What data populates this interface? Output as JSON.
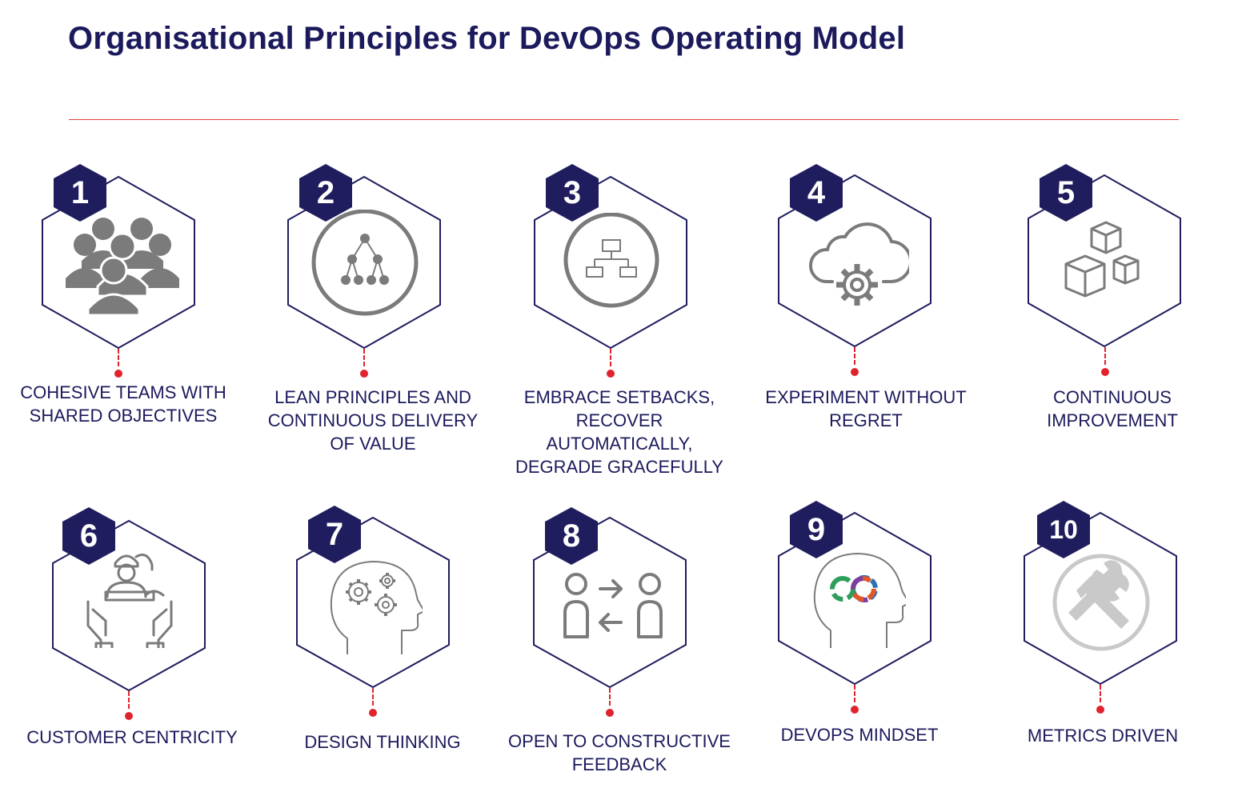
{
  "title": "Organisational Principles for DevOps Operating Model",
  "colors": {
    "title": "#1b1a5c",
    "badge": "#1f1d5e",
    "hexagon_stroke": "#1f1d5e",
    "divider": "#e3423b",
    "connector": "#e0232d",
    "icon": "#7b7b7b"
  },
  "principles": [
    {
      "number": "1",
      "label": "COHESIVE TEAMS WITH SHARED OBJECTIVES",
      "icon": "team-people-icon"
    },
    {
      "number": "2",
      "label": "LEAN PRINCIPLES AND CONTINUOUS DELIVERY OF VALUE",
      "icon": "hierarchy-tree-icon"
    },
    {
      "number": "3",
      "label": "EMBRACE SETBACKS, RECOVER AUTOMATICALLY, DEGRADE GRACEFULLY",
      "icon": "org-chart-icon"
    },
    {
      "number": "4",
      "label": "EXPERIMENT WITHOUT REGRET",
      "icon": "cloud-gear-icon"
    },
    {
      "number": "5",
      "label": "CONTINUOUS IMPROVEMENT",
      "icon": "boxes-icon"
    },
    {
      "number": "6",
      "label": "CUSTOMER CENTRICITY",
      "icon": "customer-hands-icon"
    },
    {
      "number": "7",
      "label": "DESIGN THINKING",
      "icon": "head-gears-icon"
    },
    {
      "number": "8",
      "label": "OPEN TO CONSTRUCTIVE FEEDBACK",
      "icon": "feedback-exchange-icon"
    },
    {
      "number": "9",
      "label": "DEVOPS MINDSET",
      "icon": "head-devops-loop-icon"
    },
    {
      "number": "10",
      "label": "METRICS DRIVEN",
      "icon": "tools-icon"
    }
  ]
}
